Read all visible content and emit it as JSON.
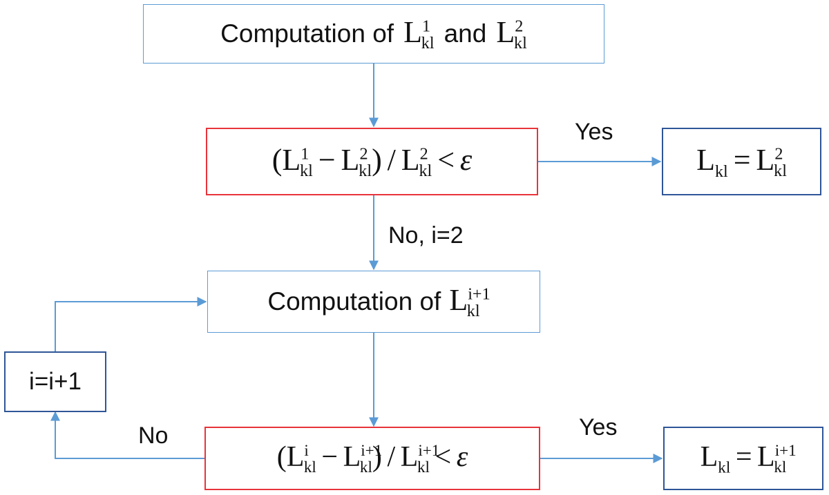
{
  "nodes": {
    "init": {
      "text": "Computation of",
      "joiner": "and",
      "lhs_var": "L",
      "lhs_sup": "1",
      "lhs_sub": "kl",
      "rhs_var": "L",
      "rhs_sup": "2",
      "rhs_sub": "kl"
    },
    "check1": {
      "open": "(",
      "a_var": "L",
      "a_sup": "1",
      "a_sub": "kl",
      "minus": "−",
      "b_var": "L",
      "b_sup": "2",
      "b_sub": "kl",
      "close": ")",
      "slash": "/",
      "c_var": "L",
      "c_sup": "2",
      "c_sub": "kl",
      "lt": "<",
      "eps": "ε"
    },
    "result1": {
      "lhs_var": "L",
      "lhs_sub": "kl",
      "eq": "=",
      "rhs_var": "L",
      "rhs_sup": "2",
      "rhs_sub": "kl"
    },
    "compute": {
      "text": "Computation of",
      "var": "L",
      "sup": "i+1",
      "sub": "kl"
    },
    "increment": {
      "text": "i=i+1"
    },
    "check2": {
      "open": "(",
      "a_var": "L",
      "a_sup": "i",
      "a_sub": "kl",
      "minus": "−",
      "b_var": "L",
      "b_sup": "i+1",
      "b_sub": "kl",
      "close": ")",
      "slash": "/",
      "c_var": "L",
      "c_sup": "i+1",
      "c_sub": "kl",
      "lt": "<",
      "eps": "ε"
    },
    "result2": {
      "lhs_var": "L",
      "lhs_sub": "kl",
      "eq": "=",
      "rhs_var": "L",
      "rhs_sup": "i+1",
      "rhs_sub": "kl"
    }
  },
  "edge_labels": {
    "yes1": "Yes",
    "no_i2": "No, i=2",
    "no2": "No",
    "yes2": "Yes"
  },
  "colors": {
    "arrow": "#5b9bd5",
    "box_light": "#5b9bd5",
    "box_red": "#e8333a",
    "box_dark": "#2e5597"
  }
}
